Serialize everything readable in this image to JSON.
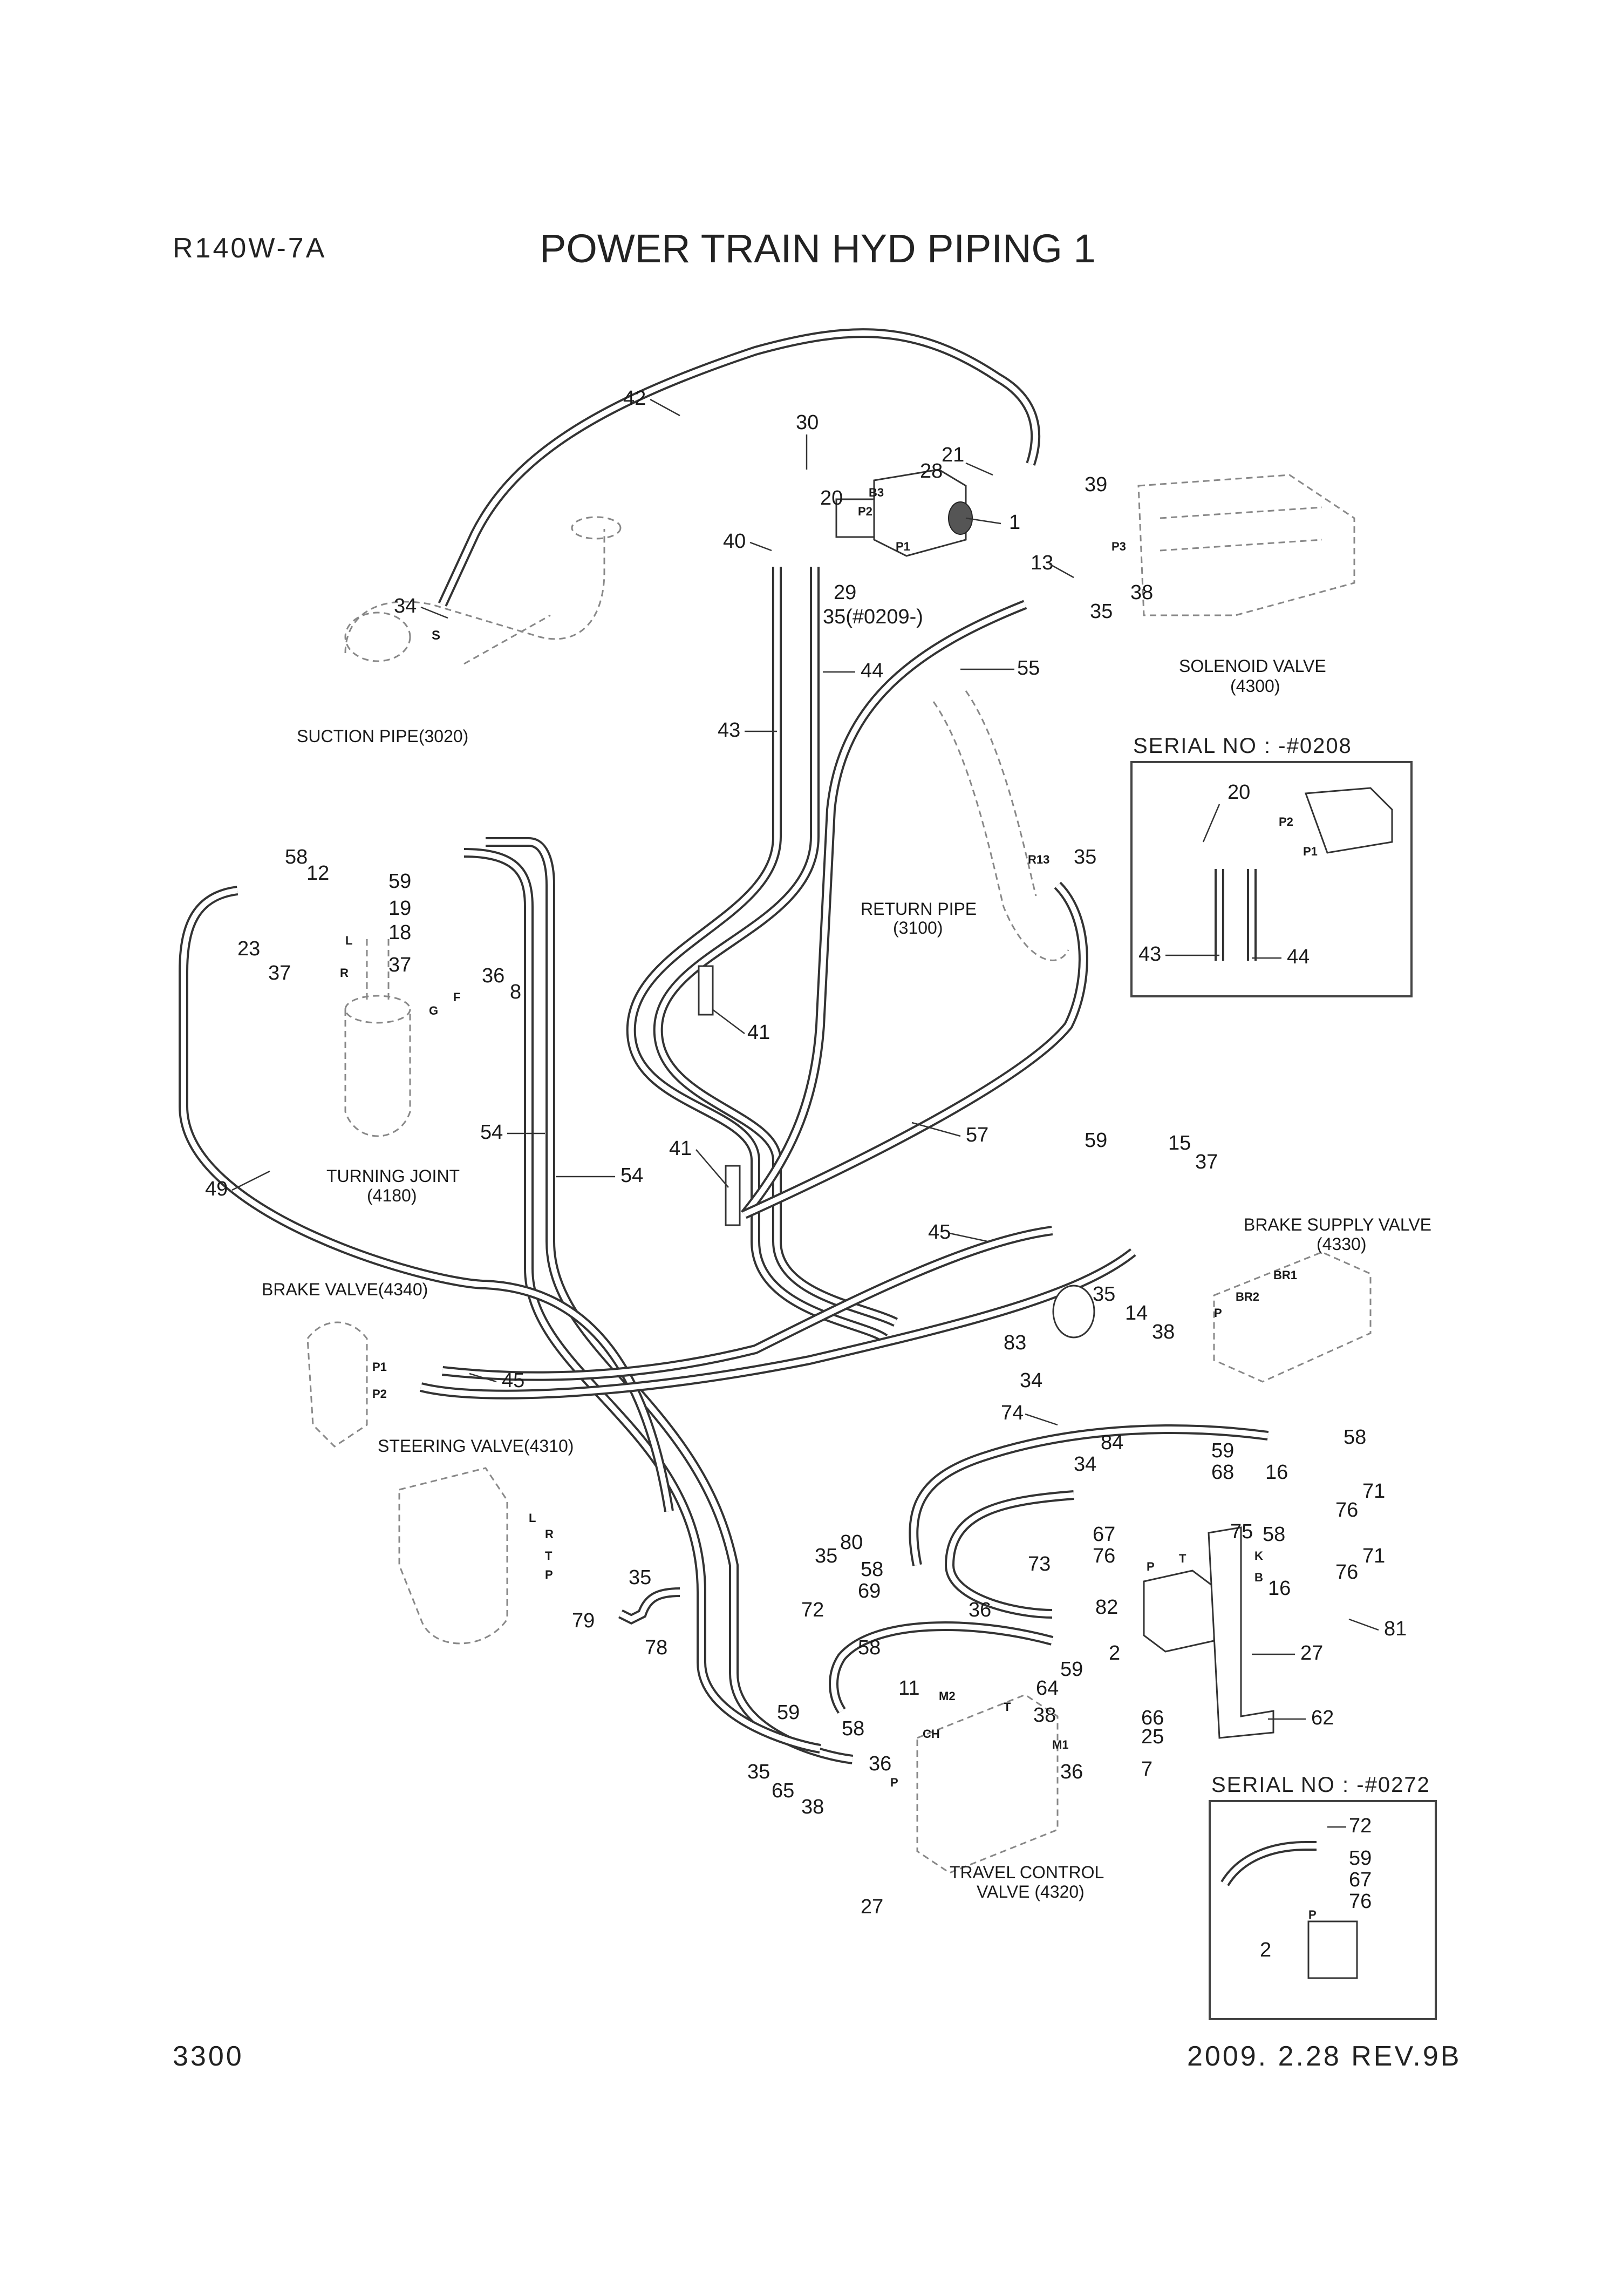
{
  "header": {
    "model": "R140W-7A",
    "title": "POWER TRAIN HYD PIPING 1"
  },
  "footer": {
    "page_number": "3300",
    "revision": "2009. 2.28  REV.9B"
  },
  "component_labels": {
    "suction_pipe": "SUCTION PIPE(3020)",
    "solenoid_valve_1": "SOLENOID VALVE",
    "solenoid_valve_2": "(4300)",
    "return_pipe_1": "RETURN PIPE",
    "return_pipe_2": "(3100)",
    "turning_joint_1": "TURNING JOINT",
    "turning_joint_2": "(4180)",
    "brake_supply_1": "BRAKE SUPPLY VALVE",
    "brake_supply_2": "(4330)",
    "brake_valve": "BRAKE VALVE(4340)",
    "steering_valve": "STEERING VALVE(4310)",
    "travel_control_1": "TRAVEL CONTROL",
    "travel_control_2": "VALVE (4320)"
  },
  "insets": {
    "serial_upper": "SERIAL NO : -#0208",
    "serial_lower": "SERIAL NO : -#0272"
  },
  "part_numbers": {
    "p42": "42",
    "p30": "30",
    "p21": "21",
    "p28": "28",
    "p39": "39",
    "p20": "20",
    "p1": "1",
    "p40": "40",
    "p29": "29",
    "p35a": "35(#0209-)",
    "p13": "13",
    "p38a": "38",
    "p35b": "35",
    "p34a": "34",
    "p44": "44",
    "p55": "55",
    "p43": "43",
    "p58a": "58",
    "p12": "12",
    "p59a": "59",
    "p19": "19",
    "p18": "18",
    "p23": "23",
    "p37a": "37",
    "p37b": "37",
    "p36a": "36",
    "p8": "8",
    "p35c": "35",
    "p41a": "41",
    "p41b": "41",
    "p54a": "54",
    "p54b": "54",
    "p57": "57",
    "p49": "49",
    "p59b": "59",
    "p15": "15",
    "p37c": "37",
    "p45a": "45",
    "p35d": "35",
    "p14": "14",
    "p38b": "38",
    "p83": "83",
    "p34b": "34",
    "p45b": "45",
    "p74": "74",
    "p84": "84",
    "p59c": "59",
    "p58b": "58",
    "p68": "68",
    "p16a": "16",
    "p71a": "71",
    "p76a": "76",
    "p34c": "34",
    "p75": "75",
    "p58c": "58",
    "p71b": "71",
    "p67": "67",
    "p76b": "76",
    "p16b": "16",
    "p76c": "76",
    "p35e": "35",
    "p80": "80",
    "p58d": "58",
    "p73": "73",
    "p69": "69",
    "p36b": "36",
    "p82": "82",
    "p79": "79",
    "p35f": "35",
    "p78": "78",
    "p72": "72",
    "p81": "81",
    "p58e": "58",
    "p59d": "59",
    "p2": "2",
    "p27a": "27",
    "p11": "11",
    "p64": "64",
    "p38c": "38",
    "p66": "66",
    "p25": "25",
    "p62": "62",
    "p59e": "59",
    "p58f": "58",
    "p35g": "35",
    "p36c": "36",
    "p65": "65",
    "p38d": "38",
    "p36d": "36",
    "p7": "7",
    "p27b": "27",
    "i_p20": "20",
    "i_p43": "43",
    "i_p44": "44",
    "i2_p72": "72",
    "i2_p59": "59",
    "i2_p67": "67",
    "i2_p76": "76",
    "i2_p2": "2"
  },
  "port_labels": {
    "s": "S",
    "b3": "B3",
    "p2": "P2",
    "p1": "P1",
    "p3": "P3",
    "r13": "R13",
    "l1": "L",
    "r1": "R",
    "g": "G",
    "f": "F",
    "br1": "BR1",
    "br2": "BR2",
    "pa": "P",
    "bp1": "P1",
    "bp2": "P2",
    "sl": "L",
    "sr": "R",
    "st": "T",
    "sp": "P",
    "m2": "M2",
    "t2": "T",
    "ch": "CH",
    "m1": "M1",
    "pp": "P",
    "p_tank": "P",
    "t_tank": "T",
    "k": "K",
    "b": "B",
    "i_p2": "P2",
    "i_p1": "P1",
    "i2_p": "P"
  }
}
